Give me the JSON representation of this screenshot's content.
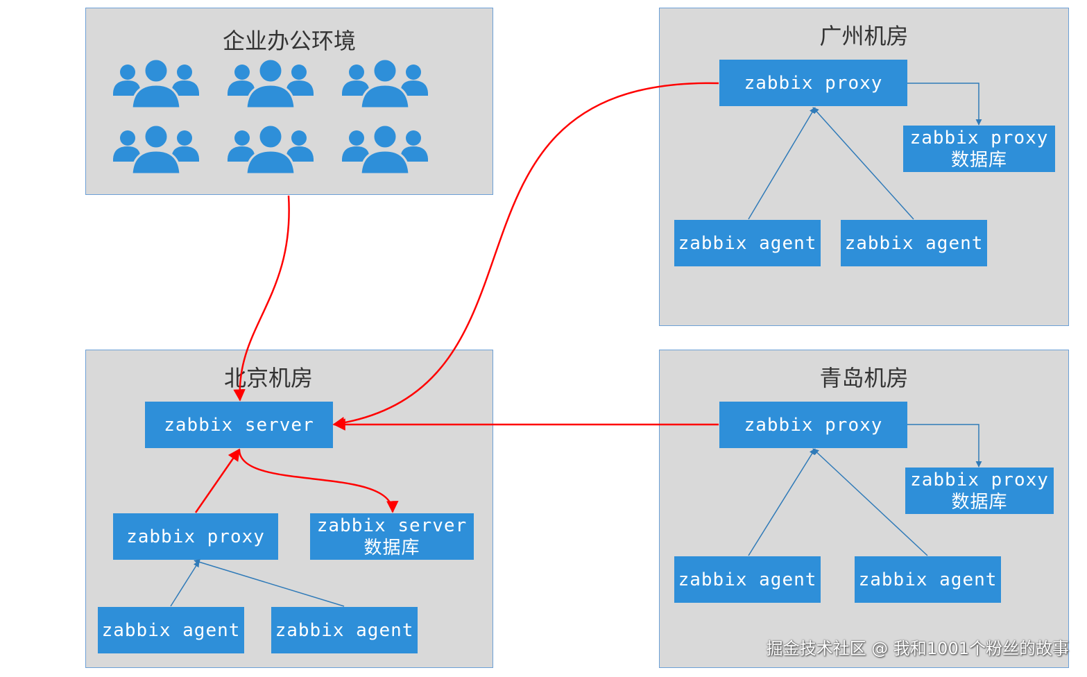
{
  "regions": {
    "office": {
      "title": "企业办公环境"
    },
    "guangzhou": {
      "title": "广州机房"
    },
    "beijing": {
      "title": "北京机房"
    },
    "qingdao": {
      "title": "青岛机房"
    }
  },
  "nodes": {
    "gz_proxy": "zabbix proxy",
    "gz_proxy_db": {
      "line1": "zabbix proxy",
      "line2": "数据库"
    },
    "gz_agent_1": "zabbix agent",
    "gz_agent_2": "zabbix agent",
    "bj_server": "zabbix server",
    "bj_proxy": "zabbix proxy",
    "bj_server_db": {
      "line1": "zabbix server",
      "line2": "数据库"
    },
    "bj_agent_1": "zabbix agent",
    "bj_agent_2": "zabbix agent",
    "qd_proxy": "zabbix proxy",
    "qd_proxy_db": {
      "line1": "zabbix proxy",
      "line2": "数据库"
    },
    "qd_agent_1": "zabbix agent",
    "qd_agent_2": "zabbix agent"
  },
  "icons": {
    "office_users": [
      "users-group-icon",
      "users-group-icon",
      "users-group-icon",
      "users-group-icon",
      "users-group-icon",
      "users-group-icon"
    ]
  },
  "colors": {
    "region_bg": "#d9d9d9",
    "region_border": "#6b9fd6",
    "node_bg": "#2e8fd9",
    "node_text": "#ffffff",
    "link_red": "#ff0000",
    "link_blue": "#2f7ab8",
    "icon_blue": "#2e8fd9"
  },
  "watermark": "掘金技术社区 @ 我和1001个粉丝的故事"
}
